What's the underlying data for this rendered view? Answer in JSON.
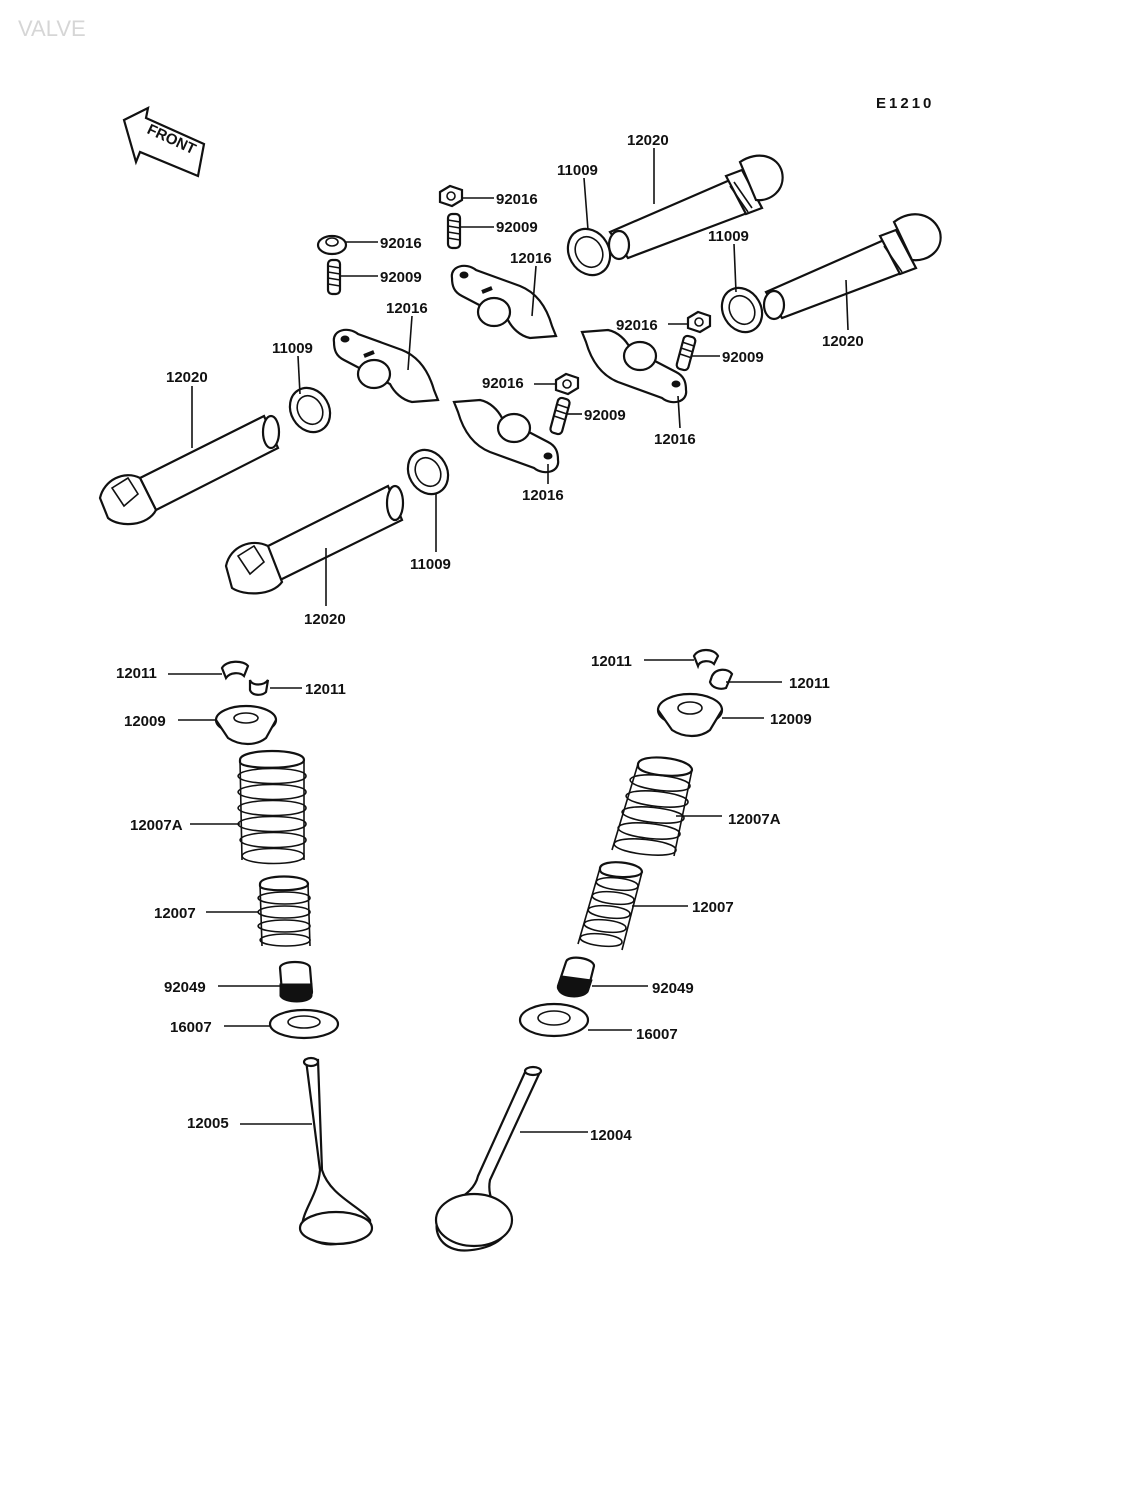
{
  "watermark": "VALVE",
  "figure_code": "E1210",
  "front_arrow_label": "FRONT",
  "labels": {
    "p12020_top": "12020",
    "p11009_top": "11009",
    "p92016_top": "92016",
    "p92009_top": "92009",
    "p12016_top": "12016",
    "p92016_left": "92016",
    "p92009_left": "92009",
    "p12016_left": "12016",
    "p11009_right": "11009",
    "p12020_right": "12020",
    "p92016_right": "92016",
    "p92009_right": "92009",
    "p12016_right": "12016",
    "p11009_left": "11009",
    "p12020_left": "12020",
    "p92016_mid": "92016",
    "p92009_mid": "92009",
    "p12016_mid": "12016",
    "p11009_low": "11009",
    "p12020_low": "12020",
    "p12011_l1": "12011",
    "p12011_l2": "12011",
    "p12009_l": "12009",
    "p12007A_l": "12007A",
    "p12007_l": "12007",
    "p92049_l": "92049",
    "p16007_l": "16007",
    "p12005": "12005",
    "p12011_r1": "12011",
    "p12011_r2": "12011",
    "p12009_r": "12009",
    "p12007A_r": "12007A",
    "p12007_r": "12007",
    "p92049_r": "92049",
    "p16007_r": "16007",
    "p12004": "12004"
  }
}
